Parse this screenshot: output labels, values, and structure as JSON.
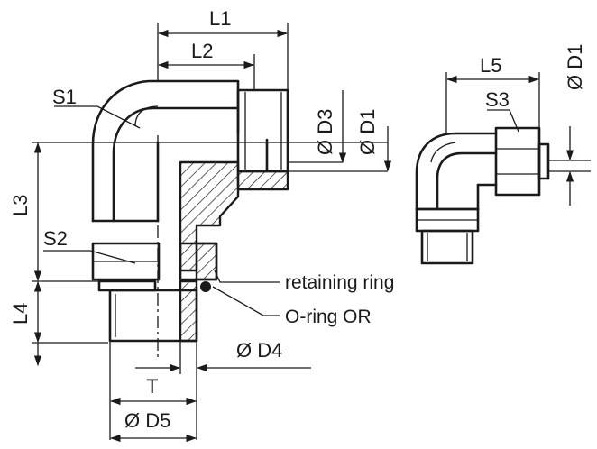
{
  "main_view": {
    "dimensions": {
      "L1": "L1",
      "L2": "L2",
      "L3": "L3",
      "L4": "L4",
      "D1": "Ø D1",
      "D3": "Ø D3",
      "D4": "Ø D4",
      "D5": "Ø D5",
      "T": "T"
    },
    "wrench_flats": {
      "S1": "S1",
      "S2": "S2"
    },
    "callouts": {
      "retaining_ring": "retaining ring",
      "o_ring": "O-ring OR"
    }
  },
  "small_view": {
    "dimensions": {
      "L5": "L5",
      "D1": "Ø D1"
    },
    "wrench_flats": {
      "S3": "S3"
    }
  }
}
